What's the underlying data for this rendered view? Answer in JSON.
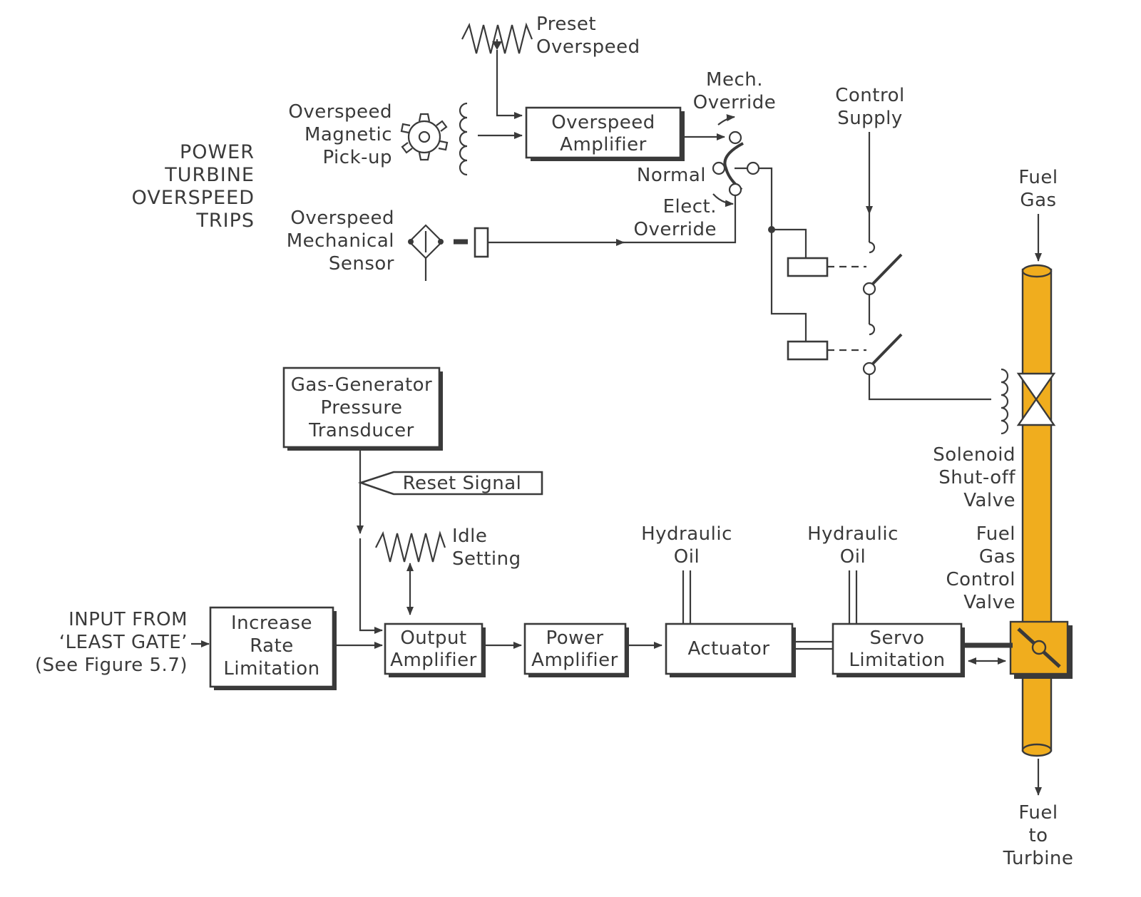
{
  "title_lines": [
    "POWER",
    "TURBINE",
    "OVERSPEED",
    "TRIPS"
  ],
  "labels": {
    "preset_overspeed": [
      "Preset",
      "Overspeed"
    ],
    "magnetic_pickup": [
      "Overspeed",
      "Magnetic",
      "Pick-up"
    ],
    "mechanical_sensor": [
      "Overspeed",
      "Mechanical",
      "Sensor"
    ],
    "mech_override": [
      "Mech.",
      "Override"
    ],
    "normal": "Normal",
    "elect_override": [
      "Elect.",
      "Override"
    ],
    "control_supply": [
      "Control",
      "Supply"
    ],
    "fuel_gas": [
      "Fuel",
      "Gas"
    ],
    "solenoid_valve": [
      "Solenoid",
      "Shut-off",
      "Valve"
    ],
    "control_valve": [
      "Fuel",
      "Gas",
      "Control",
      "Valve"
    ],
    "fuel_to_turbine": [
      "Fuel",
      "to",
      "Turbine"
    ],
    "reset_signal": "Reset Signal",
    "idle_setting": [
      "Idle",
      "Setting"
    ],
    "hydraulic_oil_1": [
      "Hydraulic",
      "Oil"
    ],
    "hydraulic_oil_2": [
      "Hydraulic",
      "Oil"
    ],
    "input": [
      "INPUT FROM",
      "‘LEAST GATE’",
      "(See Figure 5.7)"
    ]
  },
  "boxes": {
    "overspeed_amplifier": [
      "Overspeed",
      "Amplifier"
    ],
    "gas_generator": [
      "Gas-Generator",
      "Pressure",
      "Transducer"
    ],
    "increase_rate": [
      "Increase",
      "Rate",
      "Limitation"
    ],
    "output_amplifier": [
      "Output",
      "Amplifier"
    ],
    "power_amplifier": [
      "Power",
      "Amplifier"
    ],
    "actuator": "Actuator",
    "servo_limitation": [
      "Servo",
      "Limitation"
    ]
  },
  "colors": {
    "fuel_pipe": "#f0ad1e",
    "line": "#3a3a3a"
  }
}
